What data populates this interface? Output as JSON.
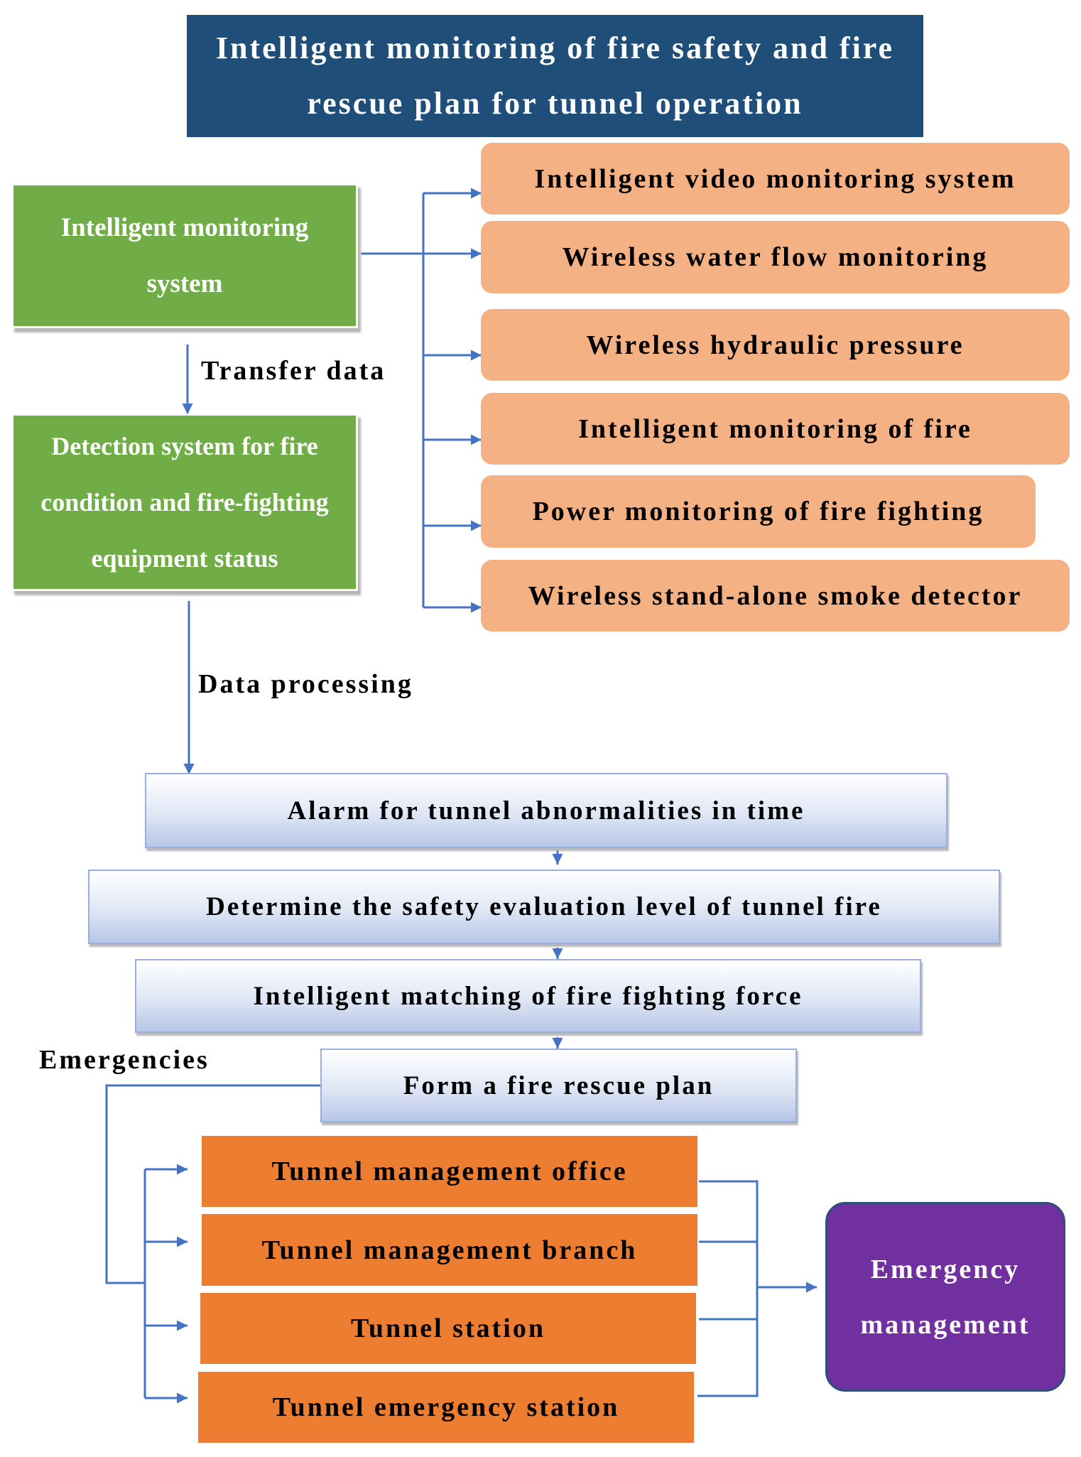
{
  "title": "Intelligent monitoring of fire safety and fire rescue plan for tunnel operation",
  "monitoring_system": "Intelligent monitoring system",
  "transfer_label": "Transfer data",
  "detection_system": "Detection system for fire condition and fire-fighting equipment status",
  "subsystems": [
    "Intelligent video monitoring system",
    "Wireless water flow monitoring",
    "Wireless hydraulic pressure",
    "Intelligent monitoring of fire",
    "Power monitoring of fire fighting",
    "Wireless stand-alone smoke detector"
  ],
  "processing_label": "Data processing",
  "steps": [
    "Alarm for tunnel abnormalities in time",
    "Determine the safety evaluation level of tunnel fire",
    "Intelligent matching of fire fighting force",
    "Form a fire rescue plan"
  ],
  "emergencies_label": "Emergencies",
  "units": [
    "Tunnel management office",
    "Tunnel management branch",
    "Tunnel station",
    "Tunnel emergency station"
  ],
  "emergency_management": "Emergency management",
  "colors": {
    "title_bg": "#1f4e79",
    "green": "#70ad47",
    "peach": "#f4b183",
    "orange": "#ed7d31",
    "purple": "#7030a0",
    "connector": "#4472c4"
  }
}
